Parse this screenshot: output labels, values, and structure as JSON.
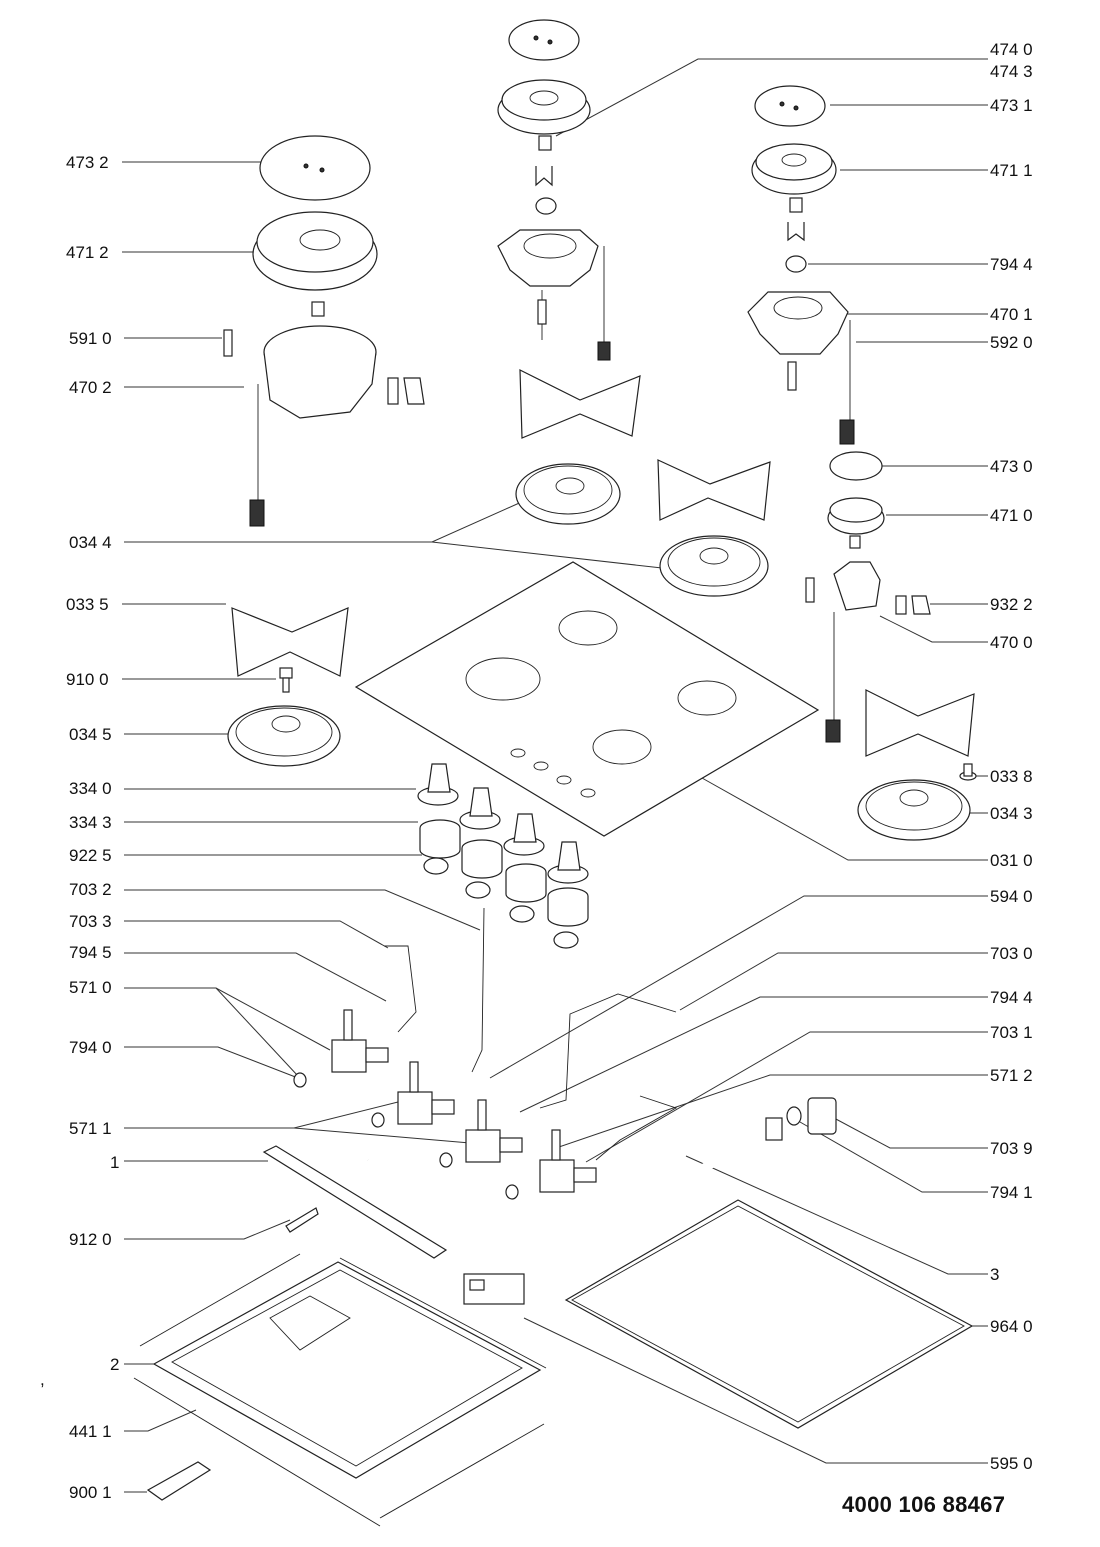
{
  "diagram": {
    "title": "Gas hob exploded parts diagram",
    "document_number": "4000 106 88467",
    "left_labels": [
      {
        "id": "473-2",
        "text": "473 2"
      },
      {
        "id": "471-2",
        "text": "471 2"
      },
      {
        "id": "591-0",
        "text": "591 0"
      },
      {
        "id": "470-2",
        "text": "470 2"
      },
      {
        "id": "034-4",
        "text": "034 4"
      },
      {
        "id": "033-5",
        "text": "033 5"
      },
      {
        "id": "910-0",
        "text": "910 0"
      },
      {
        "id": "034-5",
        "text": "034 5"
      },
      {
        "id": "334-0",
        "text": "334 0"
      },
      {
        "id": "334-3",
        "text": "334 3"
      },
      {
        "id": "922-5",
        "text": "922 5"
      },
      {
        "id": "703-2",
        "text": "703 2"
      },
      {
        "id": "703-3",
        "text": "703 3"
      },
      {
        "id": "794-5",
        "text": "794 5"
      },
      {
        "id": "571-0",
        "text": "571 0"
      },
      {
        "id": "794-0",
        "text": "794 0"
      },
      {
        "id": "571-1",
        "text": "571 1"
      },
      {
        "id": "1",
        "text": "1"
      },
      {
        "id": "912-0",
        "text": "912 0"
      },
      {
        "id": "2",
        "text": "2"
      },
      {
        "id": "441-1",
        "text": "441 1"
      },
      {
        "id": "900-1",
        "text": "900 1"
      }
    ],
    "right_labels": [
      {
        "id": "474-0",
        "text": "474 0"
      },
      {
        "id": "474-3",
        "text": "474 3"
      },
      {
        "id": "473-1",
        "text": "473 1"
      },
      {
        "id": "471-1",
        "text": "471 1"
      },
      {
        "id": "794-4a",
        "text": "794 4"
      },
      {
        "id": "470-1",
        "text": "470 1"
      },
      {
        "id": "592-0",
        "text": "592 0"
      },
      {
        "id": "473-0",
        "text": "473 0"
      },
      {
        "id": "471-0",
        "text": "471 0"
      },
      {
        "id": "932-2",
        "text": "932 2"
      },
      {
        "id": "470-0",
        "text": "470 0"
      },
      {
        "id": "033-8",
        "text": "033 8"
      },
      {
        "id": "034-3",
        "text": "034 3"
      },
      {
        "id": "031-0",
        "text": "031 0"
      },
      {
        "id": "594-0",
        "text": "594 0"
      },
      {
        "id": "703-0",
        "text": "703 0"
      },
      {
        "id": "794-4b",
        "text": "794 4"
      },
      {
        "id": "703-1",
        "text": "703 1"
      },
      {
        "id": "571-2",
        "text": "571 2"
      },
      {
        "id": "703-9",
        "text": "703 9"
      },
      {
        "id": "794-1",
        "text": "794 1"
      },
      {
        "id": "3",
        "text": "3"
      },
      {
        "id": "964-0",
        "text": "964 0"
      },
      {
        "id": "595-0",
        "text": "595 0"
      }
    ]
  }
}
